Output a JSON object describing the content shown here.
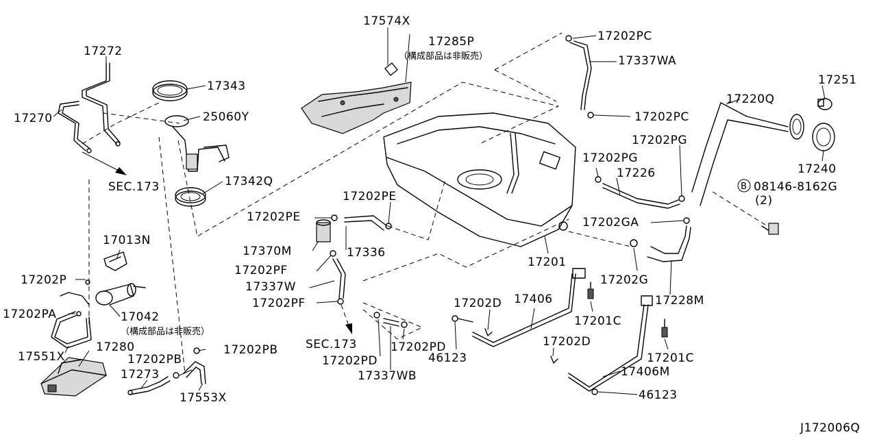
{
  "diagram_id": "J172006Q",
  "not_sold_note": "（構成部品は非販売）",
  "bolt_symbol": "B",
  "labels": {
    "p17272": "17272",
    "p17270": "17270",
    "p17343": "17343",
    "p25060Y": "25060Y",
    "sec173_top": "SEC.173",
    "p17342Q": "17342Q",
    "p17013N": "17013N",
    "p17202P": "17202P",
    "p17202PA": "17202PA",
    "p17042": "17042",
    "p17551X": "17551X",
    "p17280": "17280",
    "p17202PB_left": "17202PB",
    "p17273": "17273",
    "p17553X": "17553X",
    "p17202PB_right": "17202PB",
    "p17574X": "17574X",
    "p17285P": "17285P",
    "p17202PE_a": "17202PE",
    "p17202PE_b": "17202PE",
    "p17370M": "17370M",
    "p17336": "17336",
    "p17202PF_a": "17202PF",
    "p17337W": "17337W",
    "p17202PF_b": "17202PF",
    "sec173_mid": "SEC.173",
    "p17202PD_a": "17202PD",
    "p17202PD_b": "17202PD",
    "p17337WB": "17337WB",
    "p46123_a": "46123",
    "p17202PC_top": "17202PC",
    "p17337WA": "17337WA",
    "p17202PC_mid": "17202PC",
    "p17202PG_a": "17202PG",
    "p17202PG_b": "17202PG",
    "p17226": "17226",
    "p17220Q": "17220Q",
    "p17251": "17251",
    "p17240": "17240",
    "p08146": "08146-8162G",
    "qty2": "(2)",
    "p17202GA": "17202GA",
    "p17201": "17201",
    "p17202G": "17202G",
    "p17228M": "17228M",
    "p17202D_a": "17202D",
    "p17406": "17406",
    "p17201C_a": "17201C",
    "p17202D_b": "17202D",
    "p17201C_b": "17201C",
    "p17406M": "17406M",
    "p46123_b": "46123"
  }
}
